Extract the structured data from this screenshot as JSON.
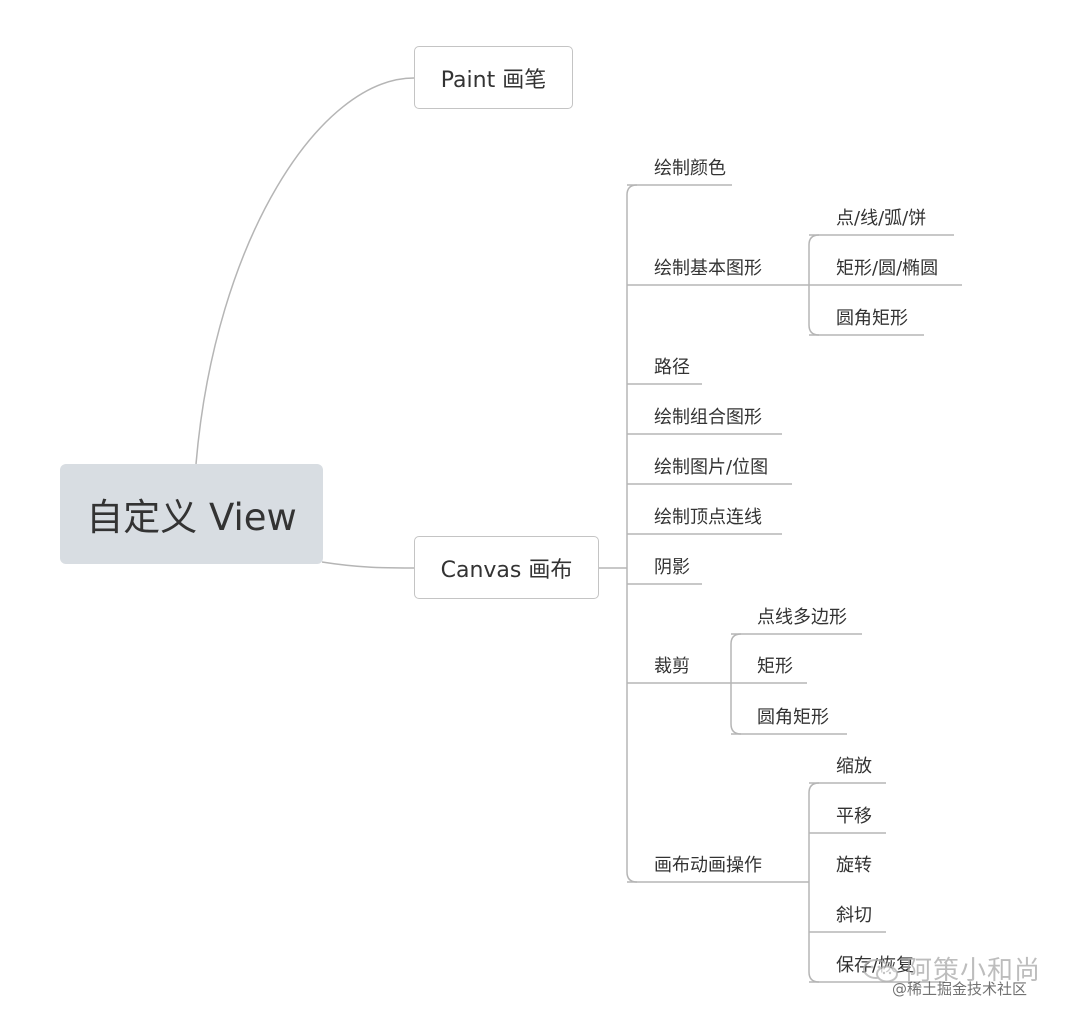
{
  "root": {
    "label": "自定义 View"
  },
  "branches": {
    "paint": {
      "label": "Paint 画笔"
    },
    "canvas": {
      "label": "Canvas 画布"
    }
  },
  "canvas_children": [
    {
      "label": "绘制颜色"
    },
    {
      "label": "绘制基本图形",
      "children": [
        "点/线/弧/饼",
        "矩形/圆/椭圆",
        "圆角矩形"
      ]
    },
    {
      "label": "路径"
    },
    {
      "label": "绘制组合图形"
    },
    {
      "label": "绘制图片/位图"
    },
    {
      "label": "绘制顶点连线"
    },
    {
      "label": "阴影"
    },
    {
      "label": "裁剪",
      "children": [
        "点线多边形",
        "矩形",
        "圆角矩形"
      ]
    },
    {
      "label": "画布动画操作",
      "children": [
        "缩放",
        "平移",
        "旋转",
        "斜切",
        "保存/恢复"
      ]
    }
  ],
  "watermark": {
    "account": "阿策小和尚",
    "source": "@稀土掘金技术社区"
  },
  "colors": {
    "connector": "#b5b5b5",
    "root_fill": "#d8dde2",
    "box_border": "#c4c4c4",
    "text": "#333333"
  }
}
